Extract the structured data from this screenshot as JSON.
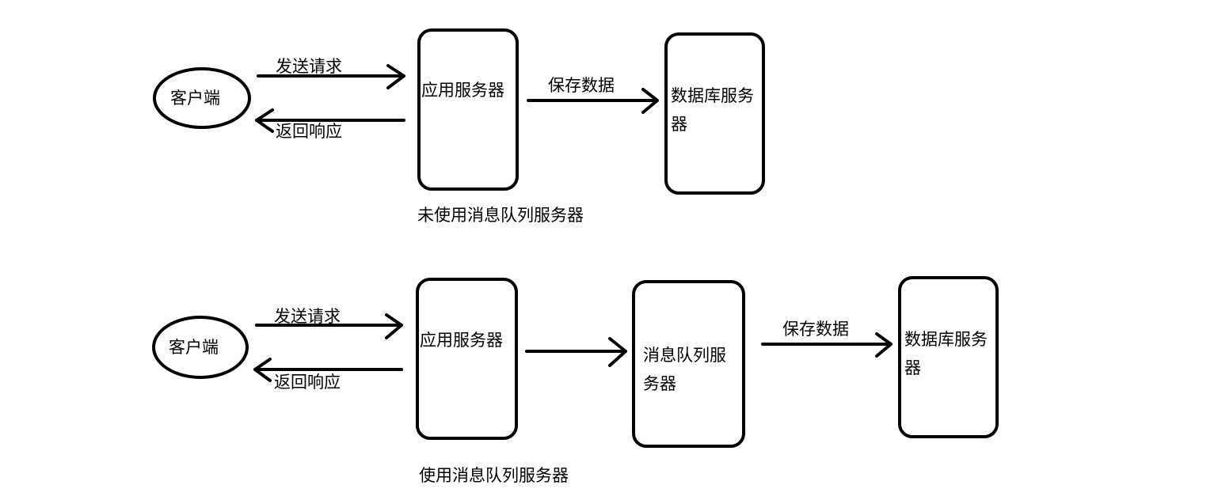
{
  "top": {
    "client": "客户端",
    "send_request": "发送请求",
    "return_response": "返回响应",
    "app_server": "应用服务器",
    "save_data": "保存数据",
    "db_server": "数据库服务器",
    "caption": "未使用消息队列服务器"
  },
  "bottom": {
    "client": "客户端",
    "send_request": "发送请求",
    "return_response": "返回响应",
    "app_server": "应用服务器",
    "mq_server": "消息队列服务器",
    "save_data": "保存数据",
    "db_server": "数据库服务器",
    "caption": "使用消息队列服务器"
  }
}
